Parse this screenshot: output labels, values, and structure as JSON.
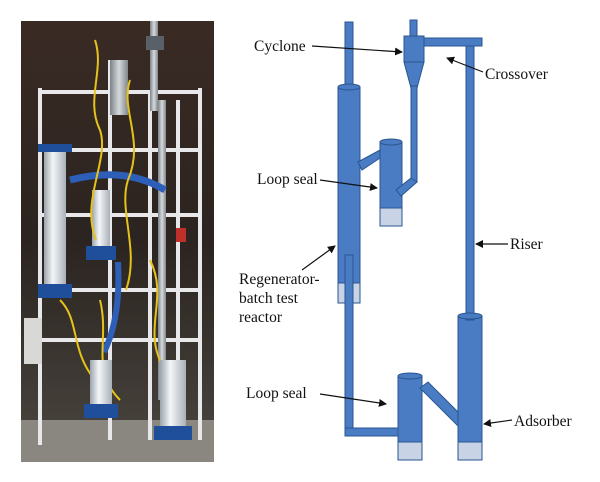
{
  "figure": {
    "labels": {
      "cyclone": "Cyclone",
      "crossover": "Crossover",
      "loop_seal_upper": "Loop seal",
      "riser": "Riser",
      "regenerator_line1": "Regenerator-",
      "regenerator_line2": "batch test",
      "regenerator_line3": "reactor",
      "loop_seal_lower": "Loop seal",
      "adsorber": "Adsorber"
    },
    "colors": {
      "pipe_fill": "#4a7cc4",
      "pipe_stroke": "#2a5590",
      "pipe_light": "#6c98d6",
      "bed_fill": "#c8d4e6",
      "photo_bg": "#2a2320",
      "arrow": "#111111"
    }
  }
}
